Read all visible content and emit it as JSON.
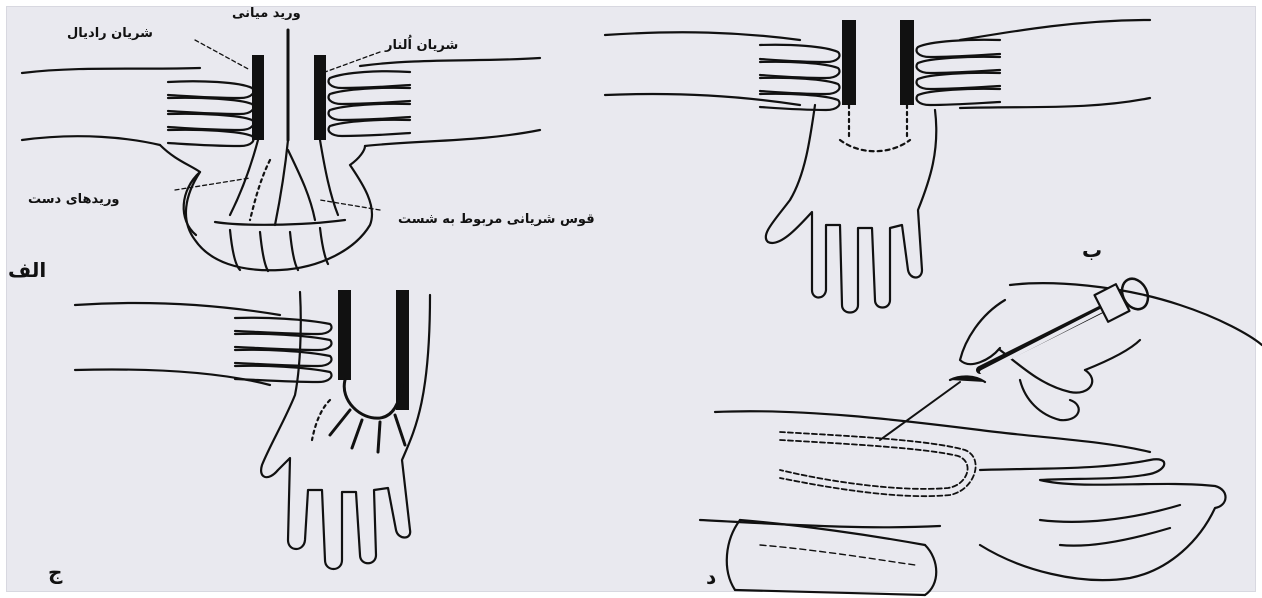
{
  "labels": {
    "median_vein": "ورید میانی",
    "radial_artery": "شریان رادیال",
    "ulnar_artery": "شریان اُلنار",
    "hand_veins": "وریدهای دست",
    "palmar_arch": "قوس شریانی مربوط به شست"
  },
  "panels": {
    "a": "الف",
    "b": "ب",
    "c": "ج",
    "d": "د"
  },
  "colors": {
    "ink": "#111111",
    "paper": "#e9e9ef"
  }
}
